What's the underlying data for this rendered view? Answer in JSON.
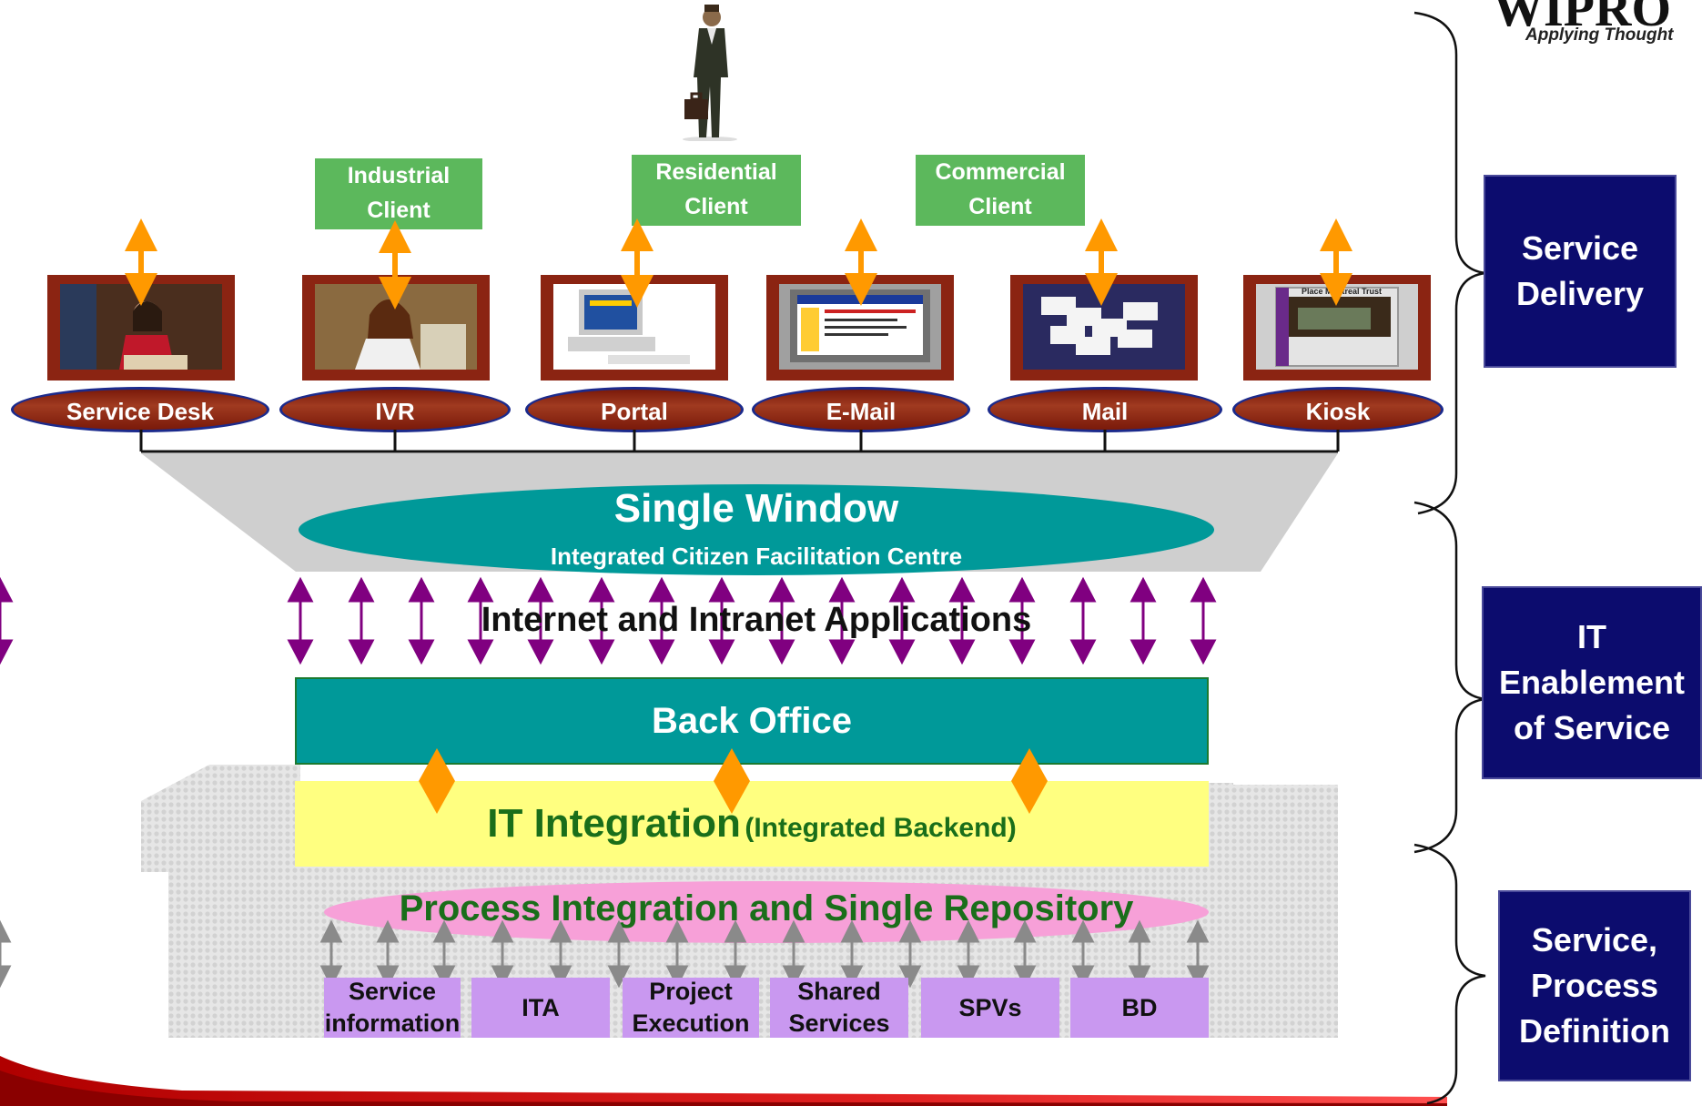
{
  "logo": {
    "name": "WIPRO",
    "tagline": "Applying Thought"
  },
  "clients": [
    "Industrial\nClient",
    "Residential\nClient",
    "Commercial\nClient"
  ],
  "channels": [
    "Service Desk",
    "IVR",
    "Portal",
    "E-Mail",
    "Mail",
    "Kiosk"
  ],
  "kiosk_screen_text": "Place Montreal Trust",
  "single_window": {
    "title": "Single Window",
    "subtitle": "Integrated Citizen Facilitation Centre"
  },
  "internet_apps": "Internet and Intranet Applications",
  "back_office": "Back Office",
  "it_integration": {
    "main": "IT Integration",
    "sub": "(Integrated Backend)"
  },
  "process_integration": "Process Integration and Single Repository",
  "departments": [
    "Service\ninformation",
    "ITA",
    "Project\nExecution",
    "Shared\nServices",
    "SPVs",
    "BD"
  ],
  "side_labels": [
    "Service\nDelivery",
    "IT\nEnablement\nof Service",
    "Service,\nProcess\nDefinition"
  ],
  "colors": {
    "client_green": "#5cb85c",
    "channel_red": "#8b2412",
    "teal": "#009999",
    "yellow": "#ffff80",
    "pink": "#f7a0d8",
    "purple_box": "#c998f0",
    "navy": "#0c0c6e",
    "orange_arrow": "#ff9900",
    "purple_arrow": "#800080"
  }
}
